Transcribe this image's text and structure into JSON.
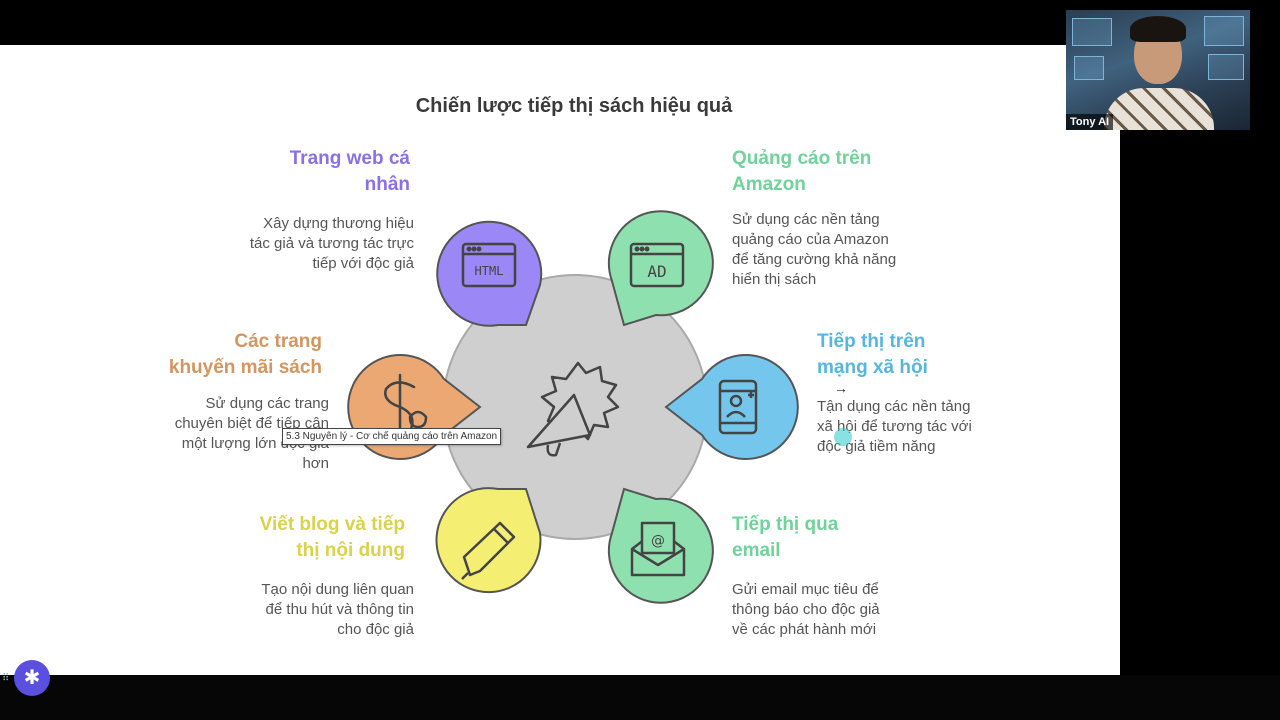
{
  "title": "Chiến lược tiếp thị sách hiệu quả",
  "colors": {
    "purple": "#9b87f5",
    "green": "#8ee0ae",
    "orange": "#eba873",
    "blue": "#74c6ec",
    "yellow": "#f4ee72",
    "center": "#cfcfcf"
  },
  "segments": [
    {
      "heading_lines": [
        "Trang web cá",
        "nhân"
      ],
      "desc_lines": [
        "Xây dựng thương hiệu",
        "tác giả và tương tác trực",
        "tiếp với độc giả"
      ],
      "heading_color": "#8a70e8",
      "icon": "html-icon",
      "icon_text": "HTML"
    },
    {
      "heading_lines": [
        "Quảng cáo trên",
        "Amazon"
      ],
      "desc_lines": [
        "Sử dụng các nền tảng",
        "quảng cáo của Amazon",
        "để tăng cường khả năng",
        "hiển thị sách"
      ],
      "heading_color": "#6fd39a",
      "icon": "ad-icon",
      "icon_text": "AD"
    },
    {
      "heading_lines": [
        "Các trang",
        "khuyến mãi sách"
      ],
      "desc_lines": [
        "Sử dụng các trang",
        "chuyên biệt để tiếp cận",
        "một lượng lớn độc giả",
        "hơn"
      ],
      "heading_color": "#d4955e",
      "icon": "dollar-icon",
      "icon_text": ""
    },
    {
      "heading_lines": [
        "Tiếp thị trên",
        "mạng xã hội"
      ],
      "desc_lines": [
        "Tận dụng các nền tảng",
        "xã hội để tương tác với",
        "độc giả tiềm năng"
      ],
      "heading_color": "#56b6e0",
      "icon": "mobile-user-icon",
      "icon_text": ""
    },
    {
      "heading_lines": [
        "Viết blog và tiếp",
        "thị nội dung"
      ],
      "desc_lines": [
        "Tạo nội dung liên quan",
        "để thu hút và thông tin",
        "cho độc giả"
      ],
      "heading_color": "#d9d34a",
      "icon": "pen-icon",
      "icon_text": ""
    },
    {
      "heading_lines": [
        "Tiếp thị qua",
        "email"
      ],
      "desc_lines": [
        "Gửi email mục tiêu để",
        "thông báo cho độc giả",
        "về các phát hành mới"
      ],
      "heading_color": "#6fd39a",
      "icon": "email-icon",
      "icon_text": ""
    }
  ],
  "center_icon": "megaphone-icon",
  "tooltip": "5.3 Nguyên lý - Cơ chế quảng cáo trên Amazon",
  "webcam": {
    "name": "Tony AI"
  },
  "controls": {
    "settings_icon": "gear-icon"
  }
}
